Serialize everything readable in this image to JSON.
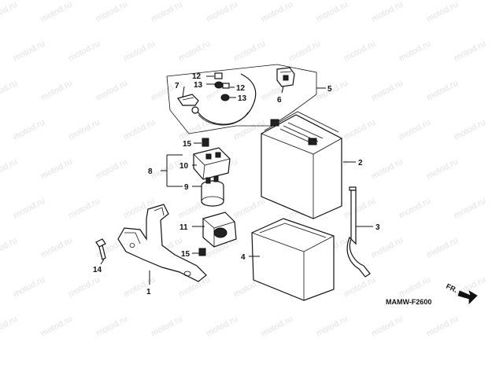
{
  "watermark": "motod.ru",
  "diagram_code": "MAMW-F2600",
  "direction_label": "FR.",
  "callouts": {
    "c1": "1",
    "c2": "2",
    "c3": "3",
    "c4": "4",
    "c5": "5",
    "c6": "6",
    "c7": "7",
    "c8": "8",
    "c9": "9",
    "c10": "10",
    "c11": "11",
    "c12a": "12",
    "c12b": "12",
    "c13a": "13",
    "c13b": "13",
    "c14": "14",
    "c15a": "15",
    "c15b": "15"
  }
}
